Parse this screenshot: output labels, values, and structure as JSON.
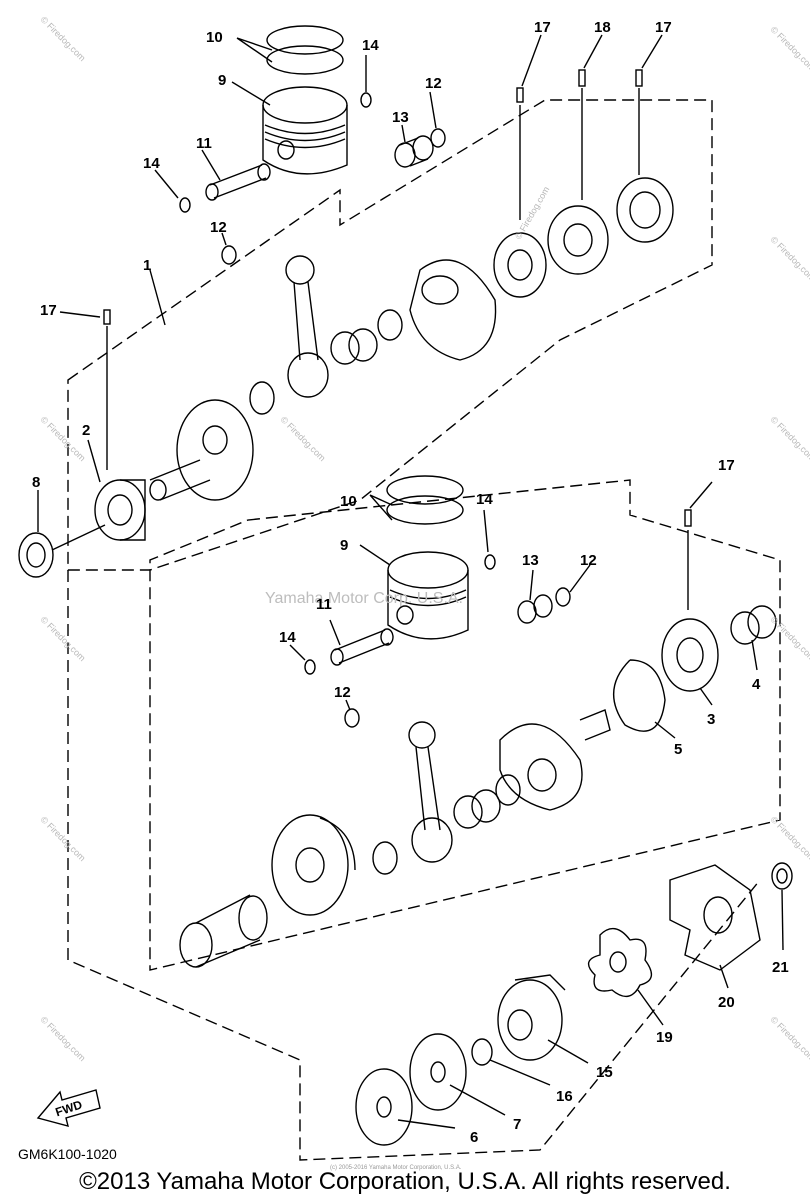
{
  "diagram_code": "GM6K100-1020",
  "copyright": "©2013 Yamaha Motor Corporation, U.S.A. All rights reserved.",
  "small_copyright": "(c) 2005-2016 Yamaha Motor Corporation, U.S.A.",
  "watermark_center": "Yamaha Motor Corp. U.S.A.",
  "watermark_site": "© Firedog.com",
  "fwd_label": "FWD",
  "callouts": {
    "c1": "1",
    "c2": "2",
    "c3": "3",
    "c4": "4",
    "c5": "5",
    "c6": "6",
    "c7": "7",
    "c8": "8",
    "c9a": "9",
    "c9b": "9",
    "c10a": "10",
    "c10b": "10",
    "c11a": "11",
    "c11b": "11",
    "c12a": "12",
    "c12b": "12",
    "c12c": "12",
    "c12d": "12",
    "c13a": "13",
    "c13b": "13",
    "c14a": "14",
    "c14b": "14",
    "c14c": "14",
    "c14d": "14",
    "c15": "15",
    "c16": "16",
    "c17a": "17",
    "c17b": "17",
    "c17c": "17",
    "c17d": "17",
    "c18": "18",
    "c19": "19",
    "c20": "20",
    "c21": "21"
  }
}
